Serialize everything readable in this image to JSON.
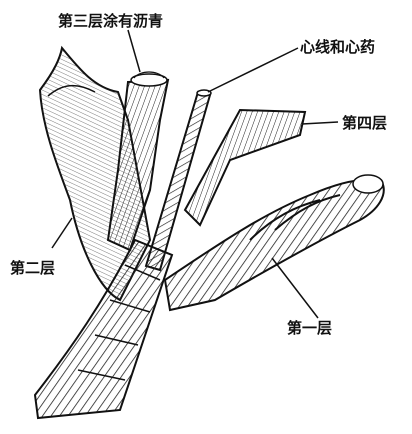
{
  "labels": {
    "layer3_asphalt": "第三层涂有沥青",
    "core_wire": "心线和心药",
    "layer4": "第四层",
    "layer2": "第二层",
    "layer1": "第一层"
  }
}
